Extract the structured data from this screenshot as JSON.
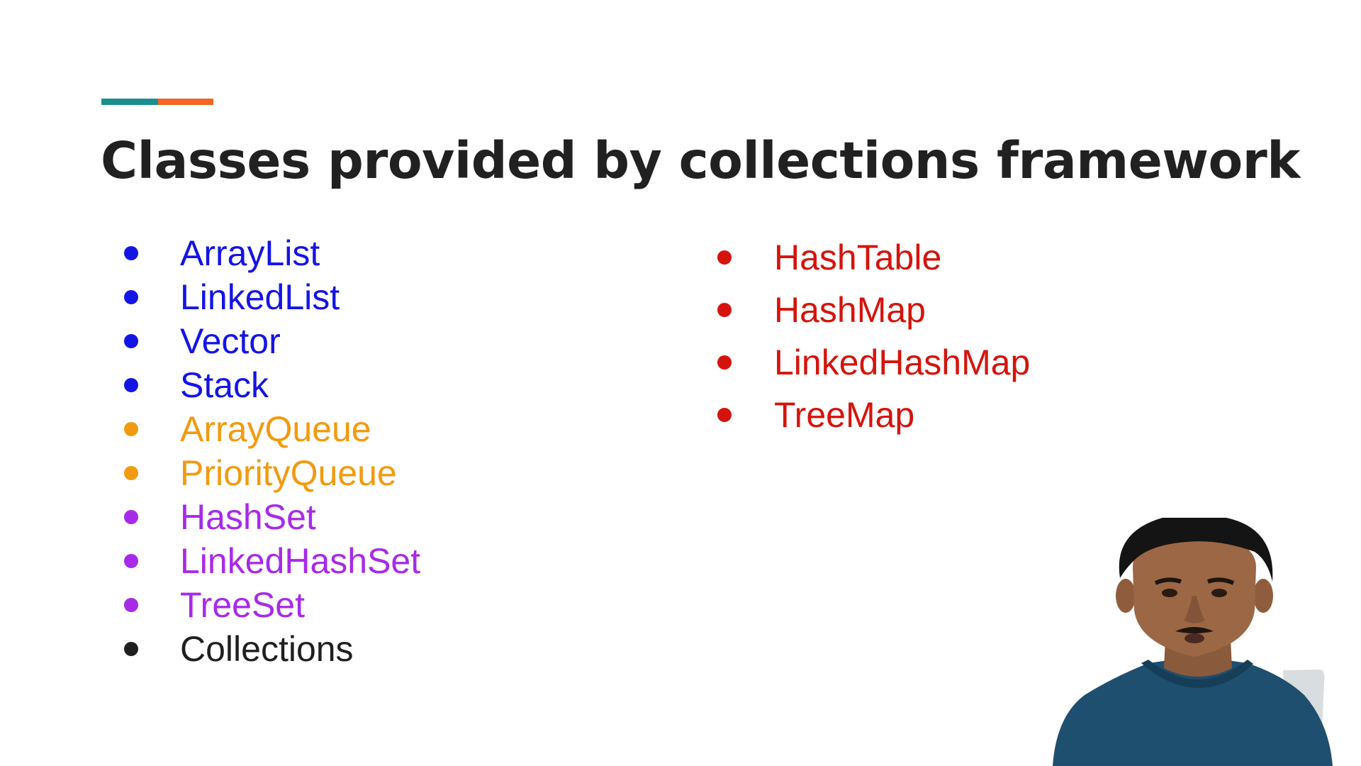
{
  "slide": {
    "title": "Classes provided by collections framework",
    "accent_colors": [
      "#1a8f8f",
      "#f26522"
    ]
  },
  "left_list": [
    {
      "label": "ArrayList",
      "color": "#1414e6"
    },
    {
      "label": "LinkedList",
      "color": "#1414e6"
    },
    {
      "label": "Vector",
      "color": "#1414e6"
    },
    {
      "label": "Stack",
      "color": "#1414e6"
    },
    {
      "label": "ArrayQueue",
      "color": "#f29a0f"
    },
    {
      "label": "PriorityQueue",
      "color": "#f29a0f"
    },
    {
      "label": "HashSet",
      "color": "#a72ae8"
    },
    {
      "label": "LinkedHashSet",
      "color": "#a72ae8"
    },
    {
      "label": "TreeSet",
      "color": "#a72ae8"
    },
    {
      "label": "Collections",
      "color": "#1f1f1f"
    }
  ],
  "right_list": [
    {
      "label": "HashTable",
      "color": "#d4140c"
    },
    {
      "label": "HashMap",
      "color": "#d4140c"
    },
    {
      "label": "LinkedHashMap",
      "color": "#d4140c"
    },
    {
      "label": "TreeMap",
      "color": "#d4140c"
    }
  ]
}
